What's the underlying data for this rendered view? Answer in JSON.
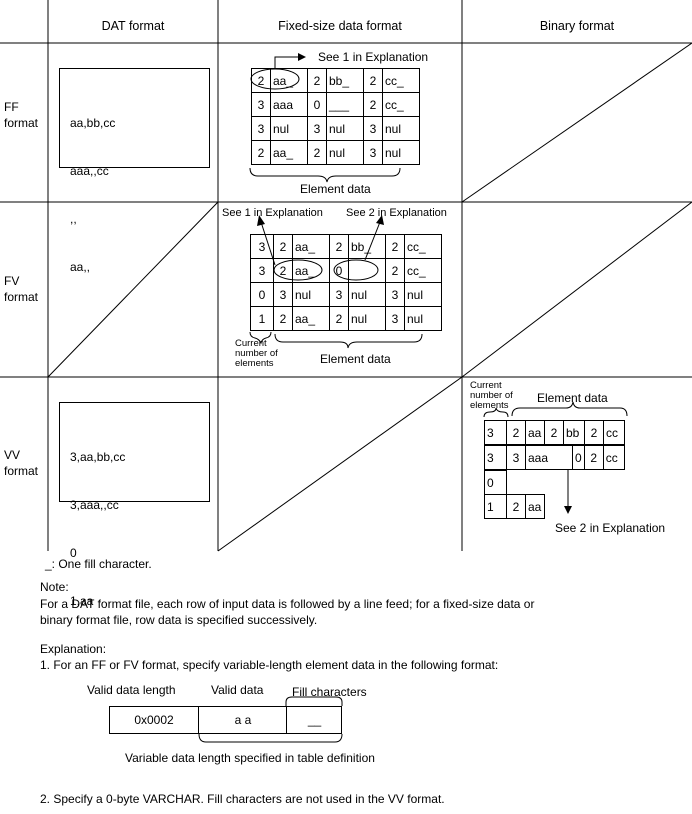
{
  "headers": {
    "col1": "DAT format",
    "col2": "Fixed-size data format",
    "col3": "Binary format",
    "rows": [
      {
        "line1": "FF",
        "line2": "format"
      },
      {
        "line1": "FV",
        "line2": "format"
      },
      {
        "line1": "VV",
        "line2": "format"
      }
    ]
  },
  "ff_dat": [
    "aa,bb,cc",
    "aaa,,cc",
    ",,",
    "aa,,"
  ],
  "vv_dat": [
    "3,aa,bb,cc",
    "3,aaa,,cc",
    "0",
    "1,aa"
  ],
  "ff_fixed": {
    "rows": [
      [
        "2",
        "aa_",
        "2",
        "bb_",
        "2",
        "cc_"
      ],
      [
        "3",
        "aaa",
        "0",
        "___",
        "2",
        "cc_"
      ],
      [
        "3",
        "nul",
        "3",
        "nul",
        "3",
        "nul"
      ],
      [
        "2",
        "aa_",
        "2",
        "nul",
        "3",
        "nul"
      ]
    ],
    "see1": "See 1 in Explanation",
    "element_data": "Element data"
  },
  "fv_fixed": {
    "rows": [
      [
        "3",
        "2",
        "aa_",
        "2",
        "bb_",
        "2",
        "cc_"
      ],
      [
        "3",
        "2",
        "aa_",
        "0",
        "",
        "2",
        "cc_"
      ],
      [
        "0",
        "3",
        "nul",
        "3",
        "nul",
        "3",
        "nul"
      ],
      [
        "1",
        "2",
        "aa_",
        "2",
        "nul",
        "3",
        "nul"
      ]
    ],
    "see1": "See 1 in Explanation",
    "see2": "See 2 in Explanation",
    "current": [
      "Current",
      "number of",
      "elements"
    ],
    "element_data": "Element data"
  },
  "vv_binary": {
    "current": [
      "Current",
      "number of",
      "elements"
    ],
    "element_data": "Element data",
    "rows": [
      [
        "3",
        "2",
        "aa",
        "2",
        "bb",
        "2",
        "cc"
      ],
      [
        "3",
        "3",
        "aaa",
        "0",
        "2",
        "cc"
      ],
      [
        "0"
      ],
      [
        "1",
        "2",
        "aa"
      ]
    ],
    "see2": "See 2 in Explanation"
  },
  "legend": "_: One fill character.",
  "note": {
    "title": "Note:",
    "line1": "For a DAT format file, each row of input data is followed by a line feed; for a fixed-size data or",
    "line2": "binary format file, row data is specified successively."
  },
  "explanation": {
    "title": "Explanation:",
    "item1": "1. For an FF or FV format, specify variable-length element data in the following format:",
    "diagram": {
      "valid_length_label": "Valid data length",
      "valid_data_label": "Valid data",
      "fill_label": "Fill characters",
      "length_value": "0x0002",
      "data_value": "a a",
      "fill_value": "__",
      "caption": "Variable data length specified in table definition"
    },
    "item2": "2. Specify a 0-byte VARCHAR. Fill characters are not used in the VV format."
  }
}
